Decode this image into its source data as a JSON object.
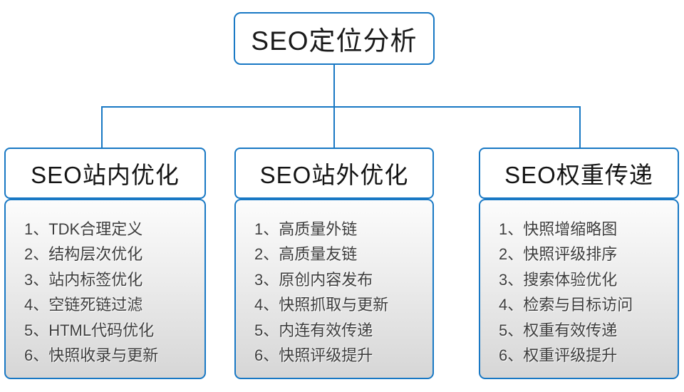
{
  "diagram": {
    "root": {
      "label": "SEO定位分析"
    },
    "branches": [
      {
        "title": "SEO站内优化",
        "items": [
          "1、TDK合理定义",
          "2、结构层次优化",
          "3、站内标签优化",
          "4、空链死链过滤",
          "5、HTML代码优化",
          "6、快照收录与更新"
        ]
      },
      {
        "title": "SEO站外优化",
        "items": [
          "1、高质量外链",
          "2、高质量友链",
          "3、原创内容发布",
          "4、快照抓取与更新",
          "5、内连有效传递",
          "6、快照评级提升"
        ]
      },
      {
        "title": "SEO权重传递",
        "items": [
          "1、快照增缩略图",
          "2、快照评级排序",
          "3、搜索体验优化",
          "4、检索与目标访问",
          "5、权重有效传递",
          "6、权重评级提升"
        ]
      }
    ],
    "colors": {
      "line": "#1878c4",
      "title_text": "#141414",
      "item_text": "#3d3d3d",
      "panel_top": "#fcfcfc",
      "panel_bottom": "#d6d6d6"
    }
  }
}
